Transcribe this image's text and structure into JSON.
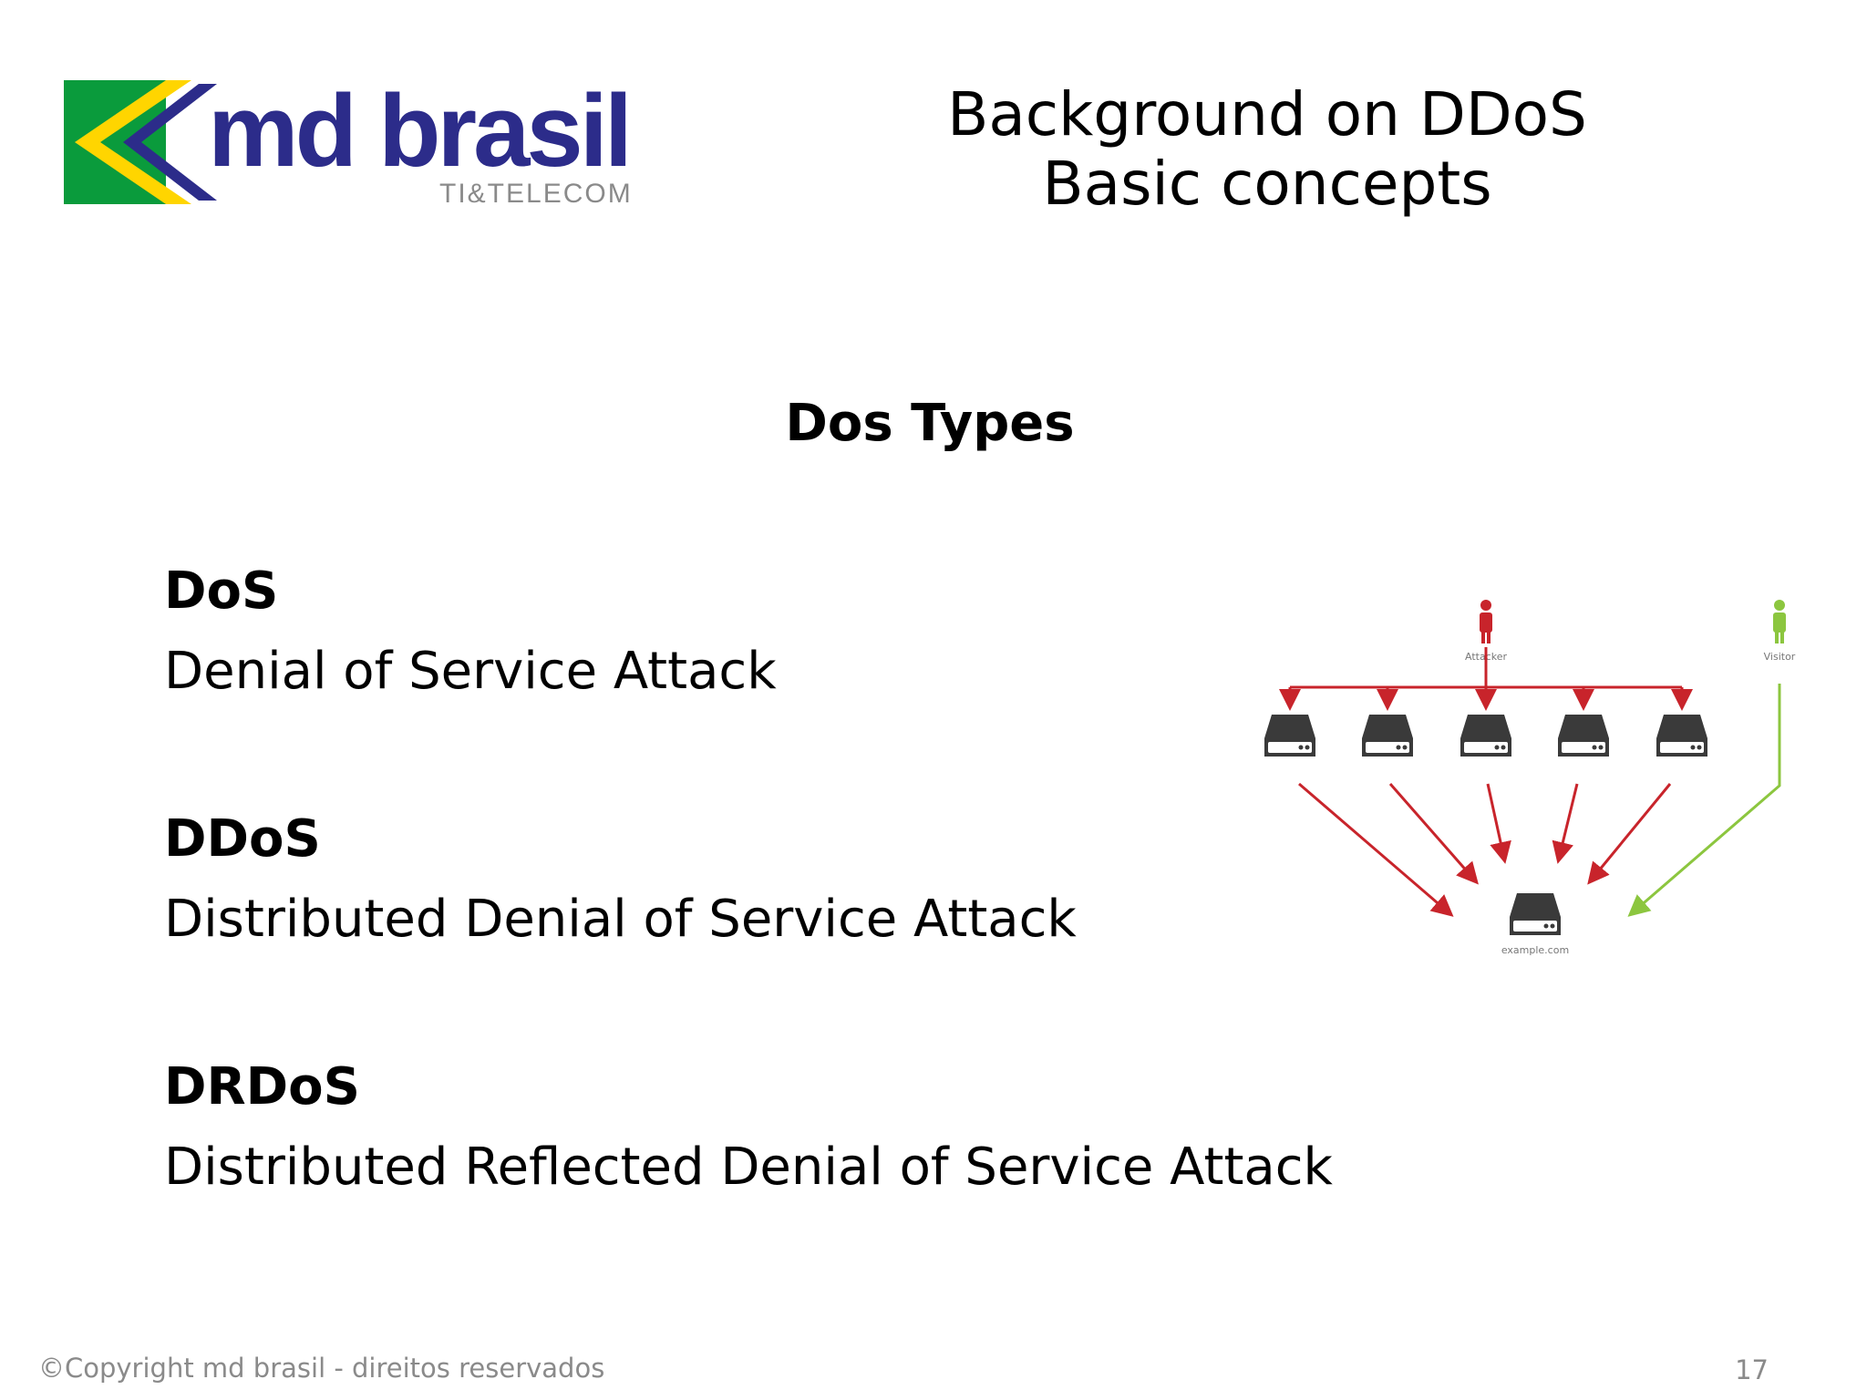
{
  "header": {
    "logo": {
      "name": "md brasil",
      "tagline": "TI&TELECOM"
    },
    "title_line1": "Background on DDoS",
    "title_line2": "Basic concepts"
  },
  "main": {
    "heading": "Dos Types",
    "items": [
      {
        "term": "DoS",
        "definition": "Denial of Service Attack"
      },
      {
        "term": "DDoS",
        "definition": "Distributed Denial of Service Attack"
      },
      {
        "term": "DRDoS",
        "definition": "Distributed Reflected Denial of Service Attack"
      }
    ]
  },
  "diagram": {
    "attacker_label": "Attacker",
    "visitor_label": "Visitor",
    "target_label": "example.com",
    "colors": {
      "attacker": "#c8242b",
      "visitor": "#8cc63f",
      "server": "#3a3a3a"
    }
  },
  "footer": {
    "copyright": "©Copyright md brasil - direitos reservados",
    "page_number": "17"
  }
}
